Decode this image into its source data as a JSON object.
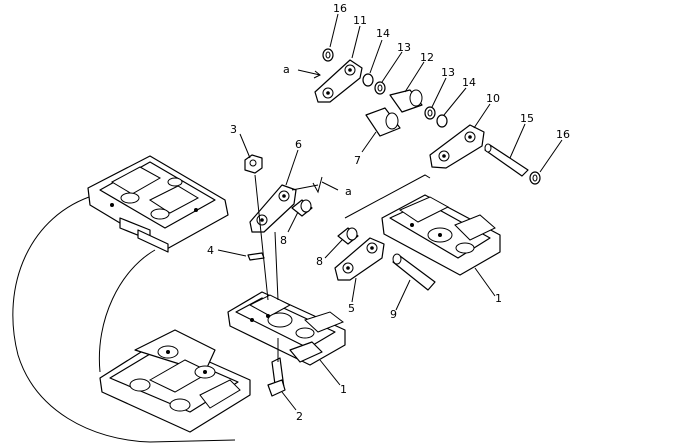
{
  "diagram": {
    "callouts": {
      "c1a": "1",
      "c1b": "1",
      "c2": "2",
      "c3": "3",
      "c4": "4",
      "c5": "5",
      "c6": "6",
      "c7": "7",
      "c8a": "8",
      "c8b": "8",
      "c9": "9",
      "c10": "10",
      "c11": "11",
      "c12": "12",
      "c13a": "13",
      "c13b": "13",
      "c14a": "14",
      "c14b": "14",
      "c15": "15",
      "c16a": "16",
      "c16b": "16"
    },
    "ref_marks": {
      "a_top": "a",
      "a_mid": "a"
    }
  }
}
